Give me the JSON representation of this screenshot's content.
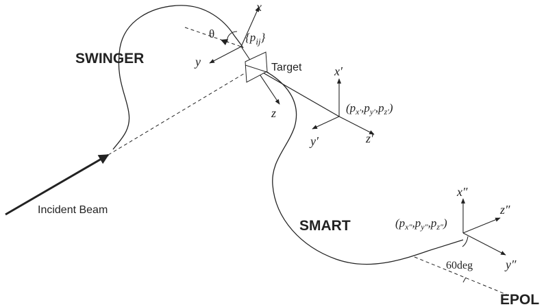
{
  "labels": {
    "swinger": "SWINGER",
    "smart": "SMART",
    "epol": "EPOL",
    "target": "Target",
    "incident_beam": "Incident Beam",
    "theta": "θ",
    "angle_60": "60deg"
  },
  "frames": {
    "target_frame": {
      "x": "x",
      "y": "y",
      "z": "z",
      "tensor_label": "{p",
      "tensor_sub": "ij",
      "tensor_close": "}"
    },
    "prime_frame": {
      "x": "x′",
      "y": "y′",
      "z": "z′"
    },
    "double_prime_frame": {
      "x": "x″",
      "y": "y″",
      "z": "z″"
    }
  },
  "polarization": {
    "prime": {
      "open": "(p",
      "s1": "x′",
      "c1": ",p",
      "s2": "y′",
      "c2": ",p",
      "s3": "z′",
      "close": ")"
    },
    "double_prime": {
      "open": "(p",
      "s1": "x″",
      "c1": ",p",
      "s2": "y″",
      "c2": ",p",
      "s3": "z″",
      "close": ")"
    }
  },
  "colors": {
    "ink": "#222222",
    "background": "#ffffff"
  }
}
